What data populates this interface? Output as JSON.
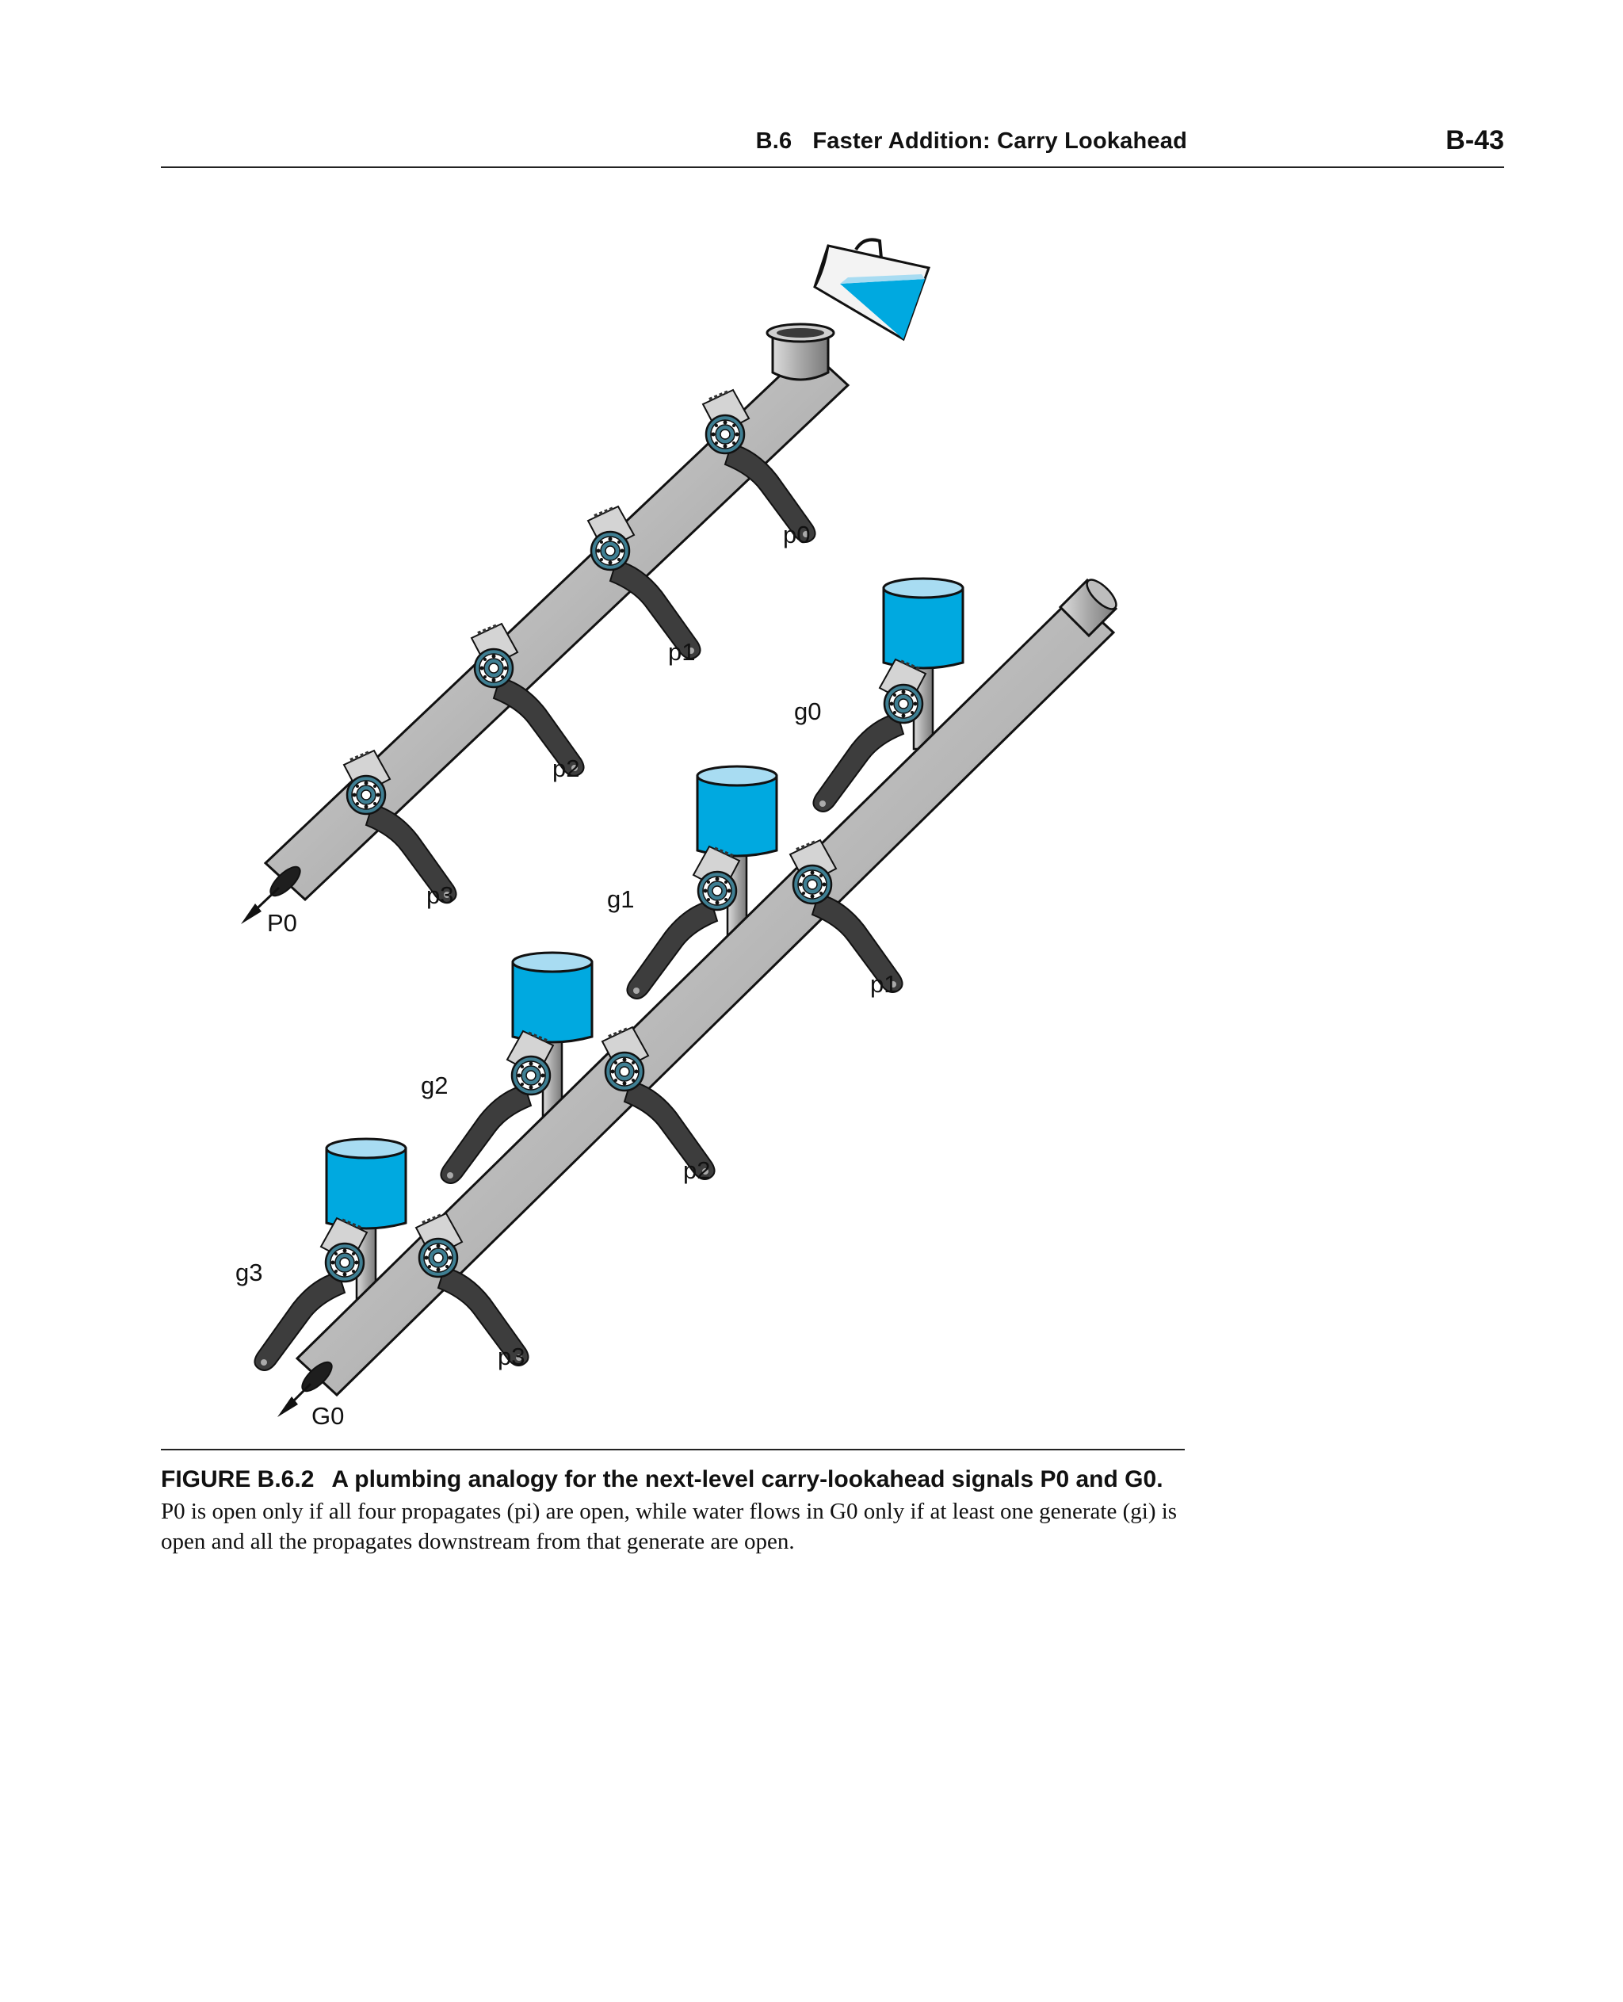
{
  "header": {
    "section_number": "B.6",
    "section_title": "Faster Addition: Carry Lookahead",
    "page_number": "B-43"
  },
  "figure": {
    "labels": {
      "upper_p0": "p0",
      "upper_p1": "p1",
      "upper_p2": "p2",
      "upper_p3": "p3",
      "upper_output": "P0",
      "lower_g0": "g0",
      "lower_g1": "g1",
      "lower_g2": "g2",
      "lower_g3": "g3",
      "lower_p1": "p1",
      "lower_p2": "p2",
      "lower_p3": "p3",
      "lower_output": "G0"
    },
    "colors": {
      "water": "#00a9e0",
      "water_light": "#a8dcf2",
      "pipe": "#b4b4b4",
      "handle": "#3d3d3d",
      "outline": "#1a1a1a"
    }
  },
  "caption": {
    "figure_number": "FIGURE B.6.2",
    "title": "A plumbing analogy for the next-level carry-lookahead signals P0 and G0.",
    "body": "P0 is open only if all four propagates (pi) are open, while water flows in G0 only if at least one generate (gi) is open and all the propagates downstream from that generate are open."
  }
}
